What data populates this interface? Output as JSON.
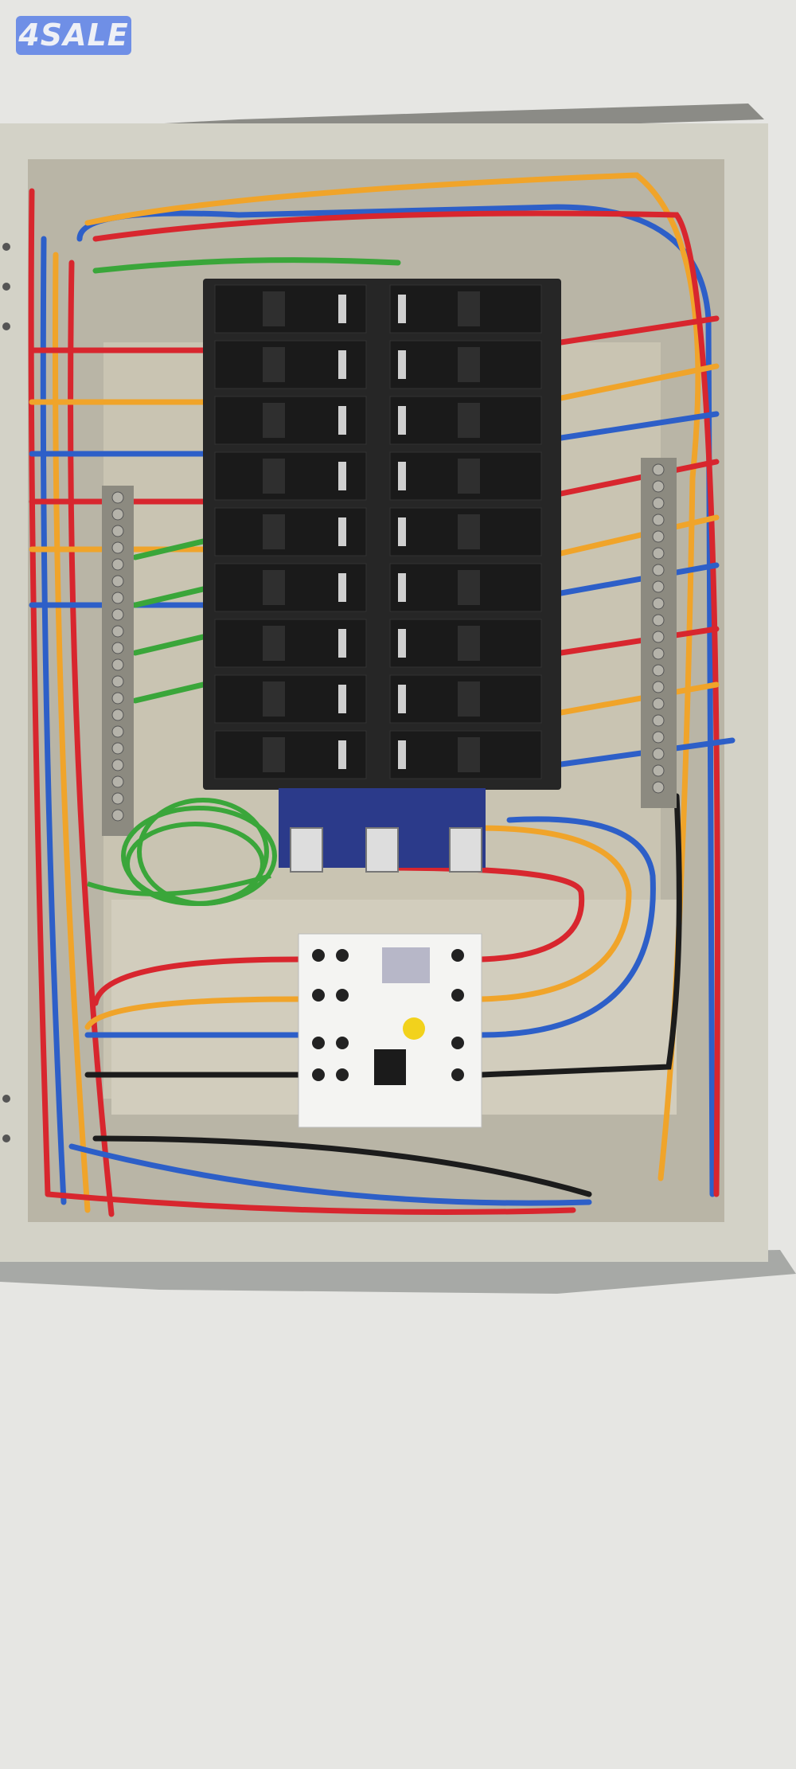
{
  "logo": {
    "text": "4SALE",
    "color": "#6f8fe6"
  },
  "scene": {
    "subject": "electrical-distribution-panel",
    "breaker_rows": 9,
    "breaker_columns": 2,
    "wire_colors": {
      "red": "#d8262e",
      "blue": "#2d5fc8",
      "yellow": "#f0a42a",
      "green": "#3aa63a",
      "black": "#1c1c1c"
    },
    "wall_color": "#e6e6e3",
    "panel_color": "#cfcfc4"
  }
}
